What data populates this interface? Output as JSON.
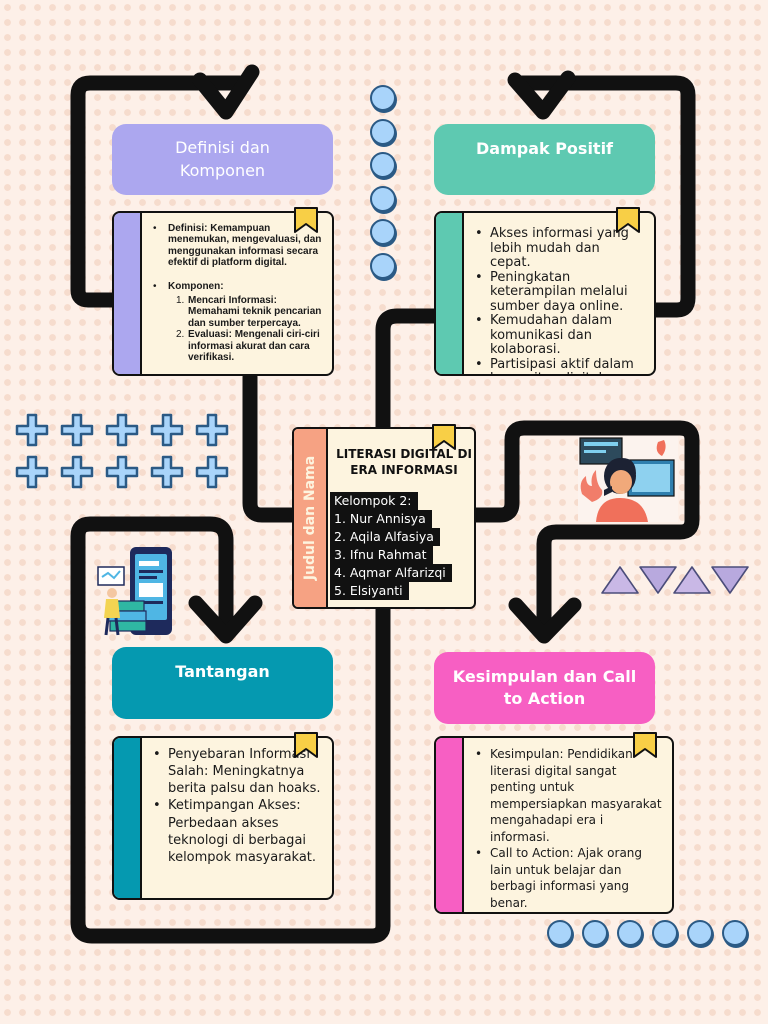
{
  "center": {
    "vertical_label": "Judul dan Nama",
    "title": "LITERASI DIGITAL DI ERA INFORMASI",
    "members": [
      "Kelompok 2:",
      "1. Nur Annisya",
      "2. Aqila Alfasiya",
      "3. Ifnu Rahmat",
      "4. Aqmar Alfarizqi",
      "5. Elsiyanti"
    ]
  },
  "definisi": {
    "header": "Definisi dan Komponen",
    "definisi_label": "Definisi:",
    "definisi_text": "Kemampuan menemukan, mengevaluasi, dan menggunakan informasi secara efektif di platform digital.",
    "komponen_label": "Komponen:",
    "komponen": [
      {
        "num": "1.",
        "label": "Mencari Informasi:",
        "text": "Memahami teknik pencarian dan sumber terpercaya."
      },
      {
        "num": "2.",
        "label": "Evaluasi:",
        "text": "Mengenali ciri-ciri informasi akurat dan cara verifikasi."
      }
    ]
  },
  "positif": {
    "header": "Dampak Positif",
    "items": [
      "Akses informasi yang lebih mudah dan cepat.",
      "Peningkatan keterampilan melalui sumber daya online.",
      "Kemudahan dalam komunikasi dan kolaborasi.",
      "Partisipasi aktif dalam komunitas digital."
    ]
  },
  "tantangan": {
    "header": "Tantangan",
    "items": [
      "Penyebaran Informasi Salah: Meningkatnya berita palsu dan hoaks.",
      "Ketimpangan Akses: Perbedaan akses teknologi di berbagai kelompok masyarakat."
    ]
  },
  "kesimpulan": {
    "header": "Kesimpulan dan Call to Action",
    "items": [
      "Kesimpulan: Pendidikan literasi digital sangat penting untuk mempersiapkan masyarakat mengahadapi era i informasi.",
      "Call to Action: Ajak orang lain untuk belajar dan berbagi informasi yang benar."
    ]
  },
  "colors": {
    "background": "#fdf0e8",
    "definisi": "#aca7ef",
    "positif": "#5ec9b1",
    "tantangan": "#0599b0",
    "kesimpulan": "#f75fc3",
    "center_strip": "#f6a283",
    "card": "#fdf4df",
    "bookmark": "#f8cf46",
    "bubble": "#a9d4fa",
    "connector": "#111111"
  },
  "decorations": {
    "bookmark_icon": "bookmark-icon",
    "bubble_icon": "bubble-icon",
    "plus_icon": "plus-icon",
    "triangle_icon": "triangle-icon",
    "phone_illustration": "phone-data-illustration",
    "streamer_illustration": "streamer-illustration"
  }
}
